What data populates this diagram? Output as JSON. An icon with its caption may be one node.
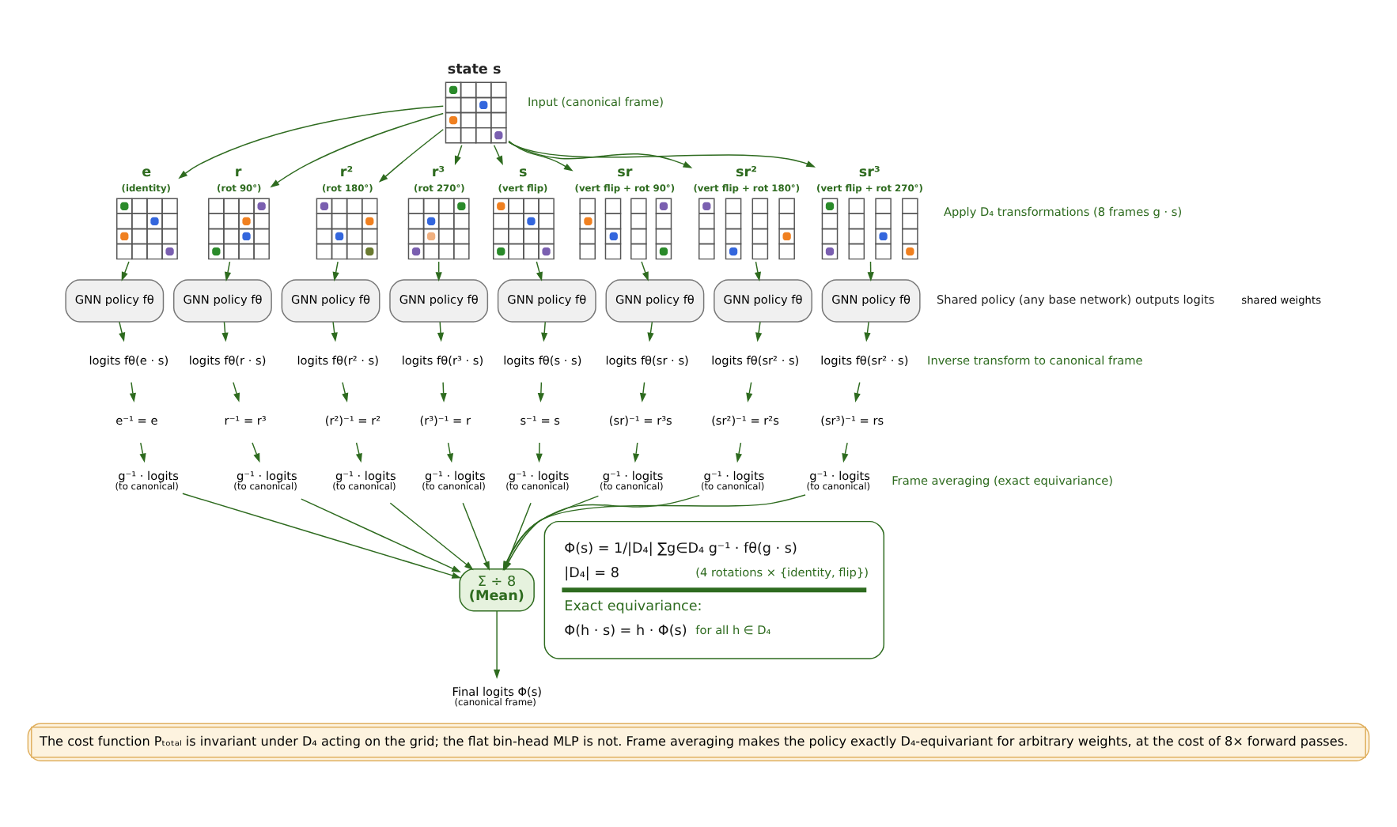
{
  "diagram": {
    "caption": "The cost function Pₜₒₜₐₗ is invariant under D₄ acting on the grid; the flat bin-head MLP is not. Frame averaging makes the policy exactly D₄-equivariant for arbitrary weights, at the cost of 8× forward passes.",
    "nodes": [
      {
        "text": [
          "state s"
        ]
      },
      {
        "text": [
          "e",
          "(identity)"
        ]
      },
      {
        "text": [
          "r",
          "(rot 90°)"
        ]
      },
      {
        "text": [
          "r²",
          "(rot 180°)"
        ]
      },
      {
        "text": [
          "r³",
          "(rot 270°)"
        ]
      },
      {
        "text": [
          "s",
          "(vert flip)"
        ]
      },
      {
        "text": [
          "sr",
          "(vert flip + rot 90°)"
        ]
      },
      {
        "text": [
          "sr²",
          "(vert flip + rot 180°)"
        ]
      },
      {
        "text": [
          "sr³",
          "(vert flip + rot 270°)"
        ]
      },
      {
        "text": [
          "GNN policy fθ"
        ]
      },
      {
        "text": [
          "GNN policy fθ"
        ]
      },
      {
        "text": [
          "GNN policy fθ"
        ]
      },
      {
        "text": [
          "GNN policy fθ"
        ]
      },
      {
        "text": [
          "GNN policy fθ"
        ]
      },
      {
        "text": [
          "GNN policy fθ"
        ]
      },
      {
        "text": [
          "GNN policy fθ"
        ]
      },
      {
        "text": [
          "GNN policy fθ"
        ]
      },
      {
        "text": [
          "logits fθ(e · s)"
        ]
      },
      {
        "text": [
          "logits fθ(r · s)"
        ]
      },
      {
        "text": [
          "logits fθ(r² · s)"
        ]
      },
      {
        "text": [
          "logits fθ(r³ · s)"
        ]
      },
      {
        "text": [
          "logits fθ(s · s)"
        ]
      },
      {
        "text": [
          "logits fθ(sr · s)"
        ]
      },
      {
        "text": [
          "logits fθ(sr² · s)"
        ]
      },
      {
        "text": [
          "logits fθ(sr² · s)"
        ]
      },
      {
        "text": [
          "e⁻¹ = e"
        ]
      },
      {
        "text": [
          "r⁻¹ = r³"
        ]
      },
      {
        "text": [
          "(r²)⁻¹ = r²"
        ]
      },
      {
        "text": [
          "(r³)⁻¹ = r"
        ]
      },
      {
        "text": [
          "s⁻¹ = s"
        ]
      },
      {
        "text": [
          "(sr)⁻¹ = r³s"
        ]
      },
      {
        "text": [
          "(sr²)⁻¹ = r²s"
        ]
      },
      {
        "text": [
          "(sr³)⁻¹ = rs"
        ]
      },
      {
        "text": [
          "g⁻¹ · logits",
          "(to canonical)"
        ]
      },
      {
        "text": [
          "g⁻¹ · logits",
          "(to canonical)"
        ]
      },
      {
        "text": [
          "g⁻¹ · logits",
          "(to canonical)"
        ]
      },
      {
        "text": [
          "g⁻¹ · logits",
          "(to canonical)"
        ]
      },
      {
        "text": [
          "g⁻¹ · logits",
          "(to canonical)"
        ]
      },
      {
        "text": [
          "g⁻¹ · logits",
          "(to canonical)"
        ]
      },
      {
        "text": [
          "g⁻¹ · logits",
          "(to canonical)"
        ]
      },
      {
        "text": [
          "g⁻¹ · logits",
          "(to canonical)"
        ]
      },
      {
        "text": [
          "Σ ÷ 8",
          "(Mean)"
        ]
      },
      {
        "text": [
          "Final logits Φ(s)",
          "(canonical frame)"
        ]
      },
      {
        "text": [
          "Φ(s) = 1/|D₄| ∑g∈D₄ g⁻¹ · fθ(g · s)",
          "|D₄| = 8",
          "(4 rotations × {identity, flip})",
          "Exact equivariance:",
          "Φ(h · s) = h · Φ(s)",
          "for all h ∈ D₄"
        ]
      }
    ],
    "edges": [
      {
        "from": 0,
        "to": 1,
        "arrow": "to"
      },
      {
        "from": 0,
        "to": 2,
        "arrow": "to"
      },
      {
        "from": 0,
        "to": 3,
        "arrow": "to"
      },
      {
        "from": 0,
        "to": 4,
        "arrow": "to"
      },
      {
        "from": 0,
        "to": 5,
        "arrow": "to"
      },
      {
        "from": 0,
        "to": 6,
        "arrow": "to"
      },
      {
        "from": 0,
        "to": 7,
        "arrow": "to"
      },
      {
        "from": 0,
        "to": 8,
        "arrow": "to"
      },
      {
        "from": 1,
        "to": 9,
        "arrow": "to"
      },
      {
        "from": 2,
        "to": 10,
        "arrow": "to"
      },
      {
        "from": 3,
        "to": 11,
        "arrow": "to"
      },
      {
        "from": 4,
        "to": 12,
        "arrow": "to"
      },
      {
        "from": 5,
        "to": 13,
        "arrow": "to"
      },
      {
        "from": 6,
        "to": 14,
        "arrow": "to"
      },
      {
        "from": 7,
        "to": 15,
        "arrow": "to"
      },
      {
        "from": 8,
        "to": 16,
        "arrow": "to"
      },
      {
        "from": 9,
        "to": 17,
        "arrow": "to"
      },
      {
        "from": 10,
        "to": 18,
        "arrow": "to"
      },
      {
        "from": 11,
        "to": 19,
        "arrow": "to"
      },
      {
        "from": 12,
        "to": 20,
        "arrow": "to"
      },
      {
        "from": 13,
        "to": 21,
        "arrow": "to"
      },
      {
        "from": 14,
        "to": 22,
        "arrow": "to"
      },
      {
        "from": 15,
        "to": 23,
        "arrow": "to"
      },
      {
        "from": 16,
        "to": 24,
        "arrow": "to"
      },
      {
        "from": 17,
        "to": 25,
        "arrow": "to"
      },
      {
        "from": 18,
        "to": 26,
        "arrow": "to"
      },
      {
        "from": 19,
        "to": 27,
        "arrow": "to"
      },
      {
        "from": 20,
        "to": 28,
        "arrow": "to"
      },
      {
        "from": 21,
        "to": 29,
        "arrow": "to"
      },
      {
        "from": 22,
        "to": 30,
        "arrow": "to"
      },
      {
        "from": 23,
        "to": 31,
        "arrow": "to"
      },
      {
        "from": 24,
        "to": 32,
        "arrow": "to"
      },
      {
        "from": 25,
        "to": 33,
        "arrow": "to"
      },
      {
        "from": 26,
        "to": 34,
        "arrow": "to"
      },
      {
        "from": 27,
        "to": 35,
        "arrow": "to"
      },
      {
        "from": 28,
        "to": 36,
        "arrow": "to"
      },
      {
        "from": 29,
        "to": 37,
        "arrow": "to"
      },
      {
        "from": 30,
        "to": 38,
        "arrow": "to"
      },
      {
        "from": 31,
        "to": 39,
        "arrow": "to"
      },
      {
        "from": 32,
        "to": 40,
        "arrow": "to"
      },
      {
        "from": 33,
        "to": 41,
        "arrow": "to"
      },
      {
        "from": 34,
        "to": 41,
        "arrow": "to"
      },
      {
        "from": 35,
        "to": 41,
        "arrow": "to"
      },
      {
        "from": 36,
        "to": 41,
        "arrow": "to"
      },
      {
        "from": 37,
        "to": 41,
        "arrow": "to"
      },
      {
        "from": 38,
        "to": 41,
        "arrow": "to"
      },
      {
        "from": 39,
        "to": 41,
        "arrow": "to"
      },
      {
        "from": 40,
        "to": 41,
        "arrow": "to"
      },
      {
        "from": 41,
        "to": 42,
        "arrow": "to"
      }
    ],
    "labels": [
      "Input (canonical frame)",
      "Apply D₄ transformations (8 frames g · s)",
      "Shared policy (any base network) outputs logits",
      "Inverse transform to canonical frame",
      "Frame averaging (exact equivariance)",
      "shared weights"
    ]
  }
}
